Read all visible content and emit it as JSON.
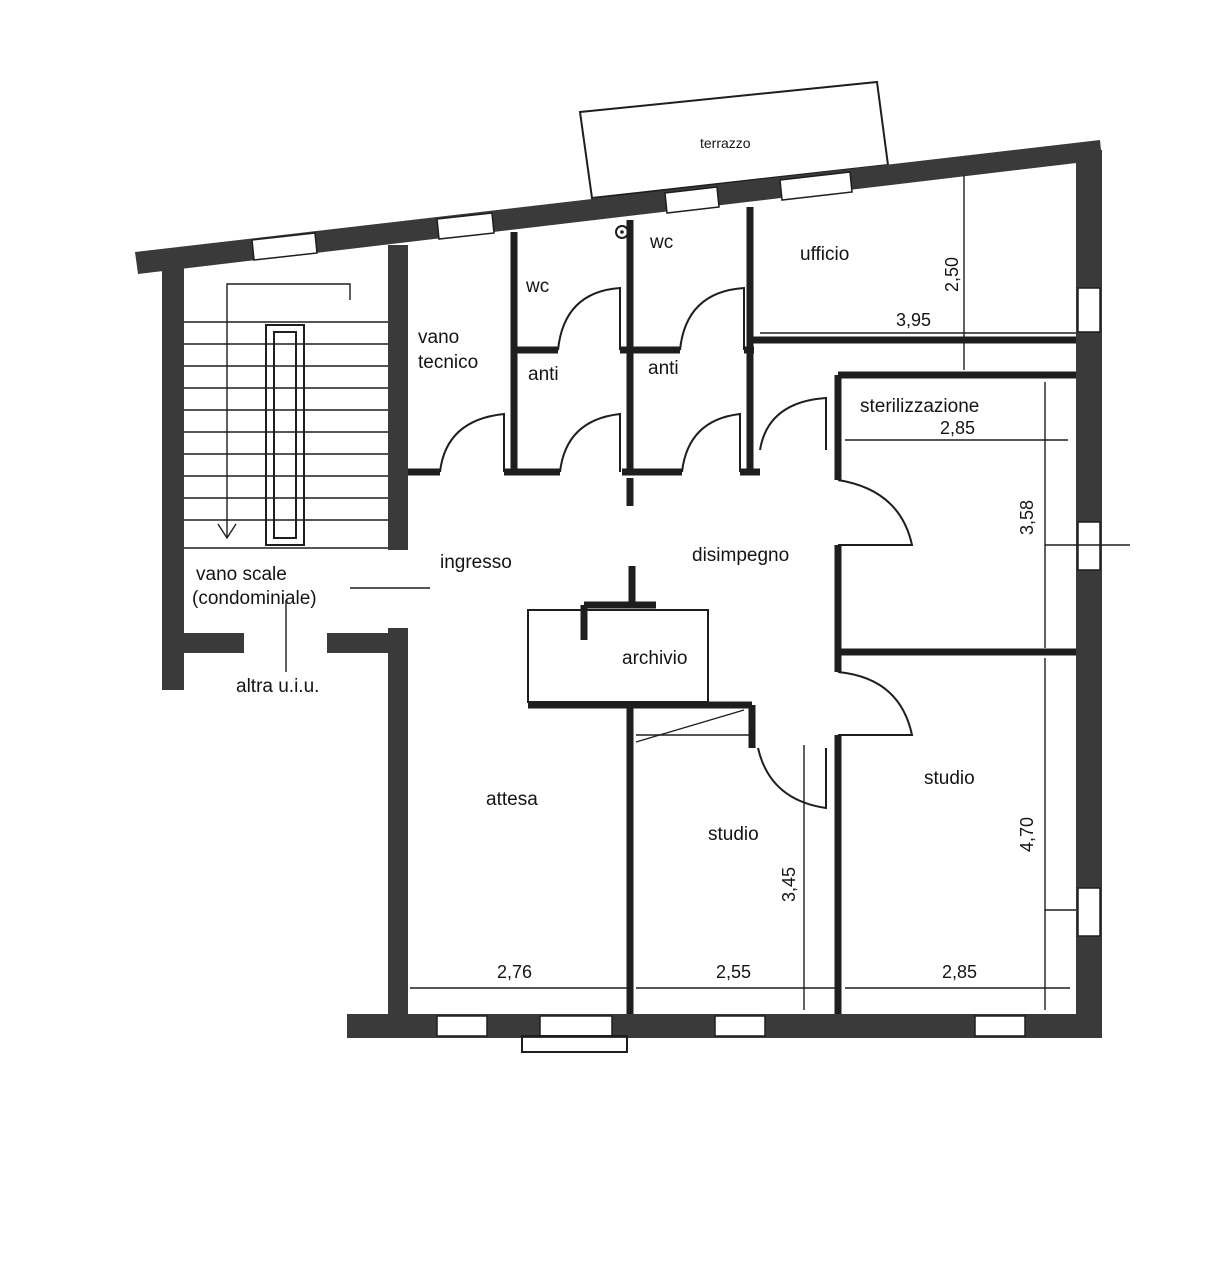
{
  "rooms": {
    "terrace": "terrazzo",
    "wc_left": "wc",
    "wc_right": "wc",
    "office": "ufficio",
    "technical_room_line1": "vano",
    "technical_room_line2": "tecnico",
    "anti_left": "anti",
    "anti_right": "anti",
    "sterilization": "sterilizzazione",
    "entrance": "ingresso",
    "hallway": "disimpegno",
    "stairwell_line1": "vano scale",
    "stairwell_line2": "(condominiale)",
    "archive": "archivio",
    "waiting": "attesa",
    "study_center": "studio",
    "study_right": "studio"
  },
  "notes": {
    "other_unit": "altra u.i.u."
  },
  "dimensions": {
    "office_height": "2,50",
    "office_width": "3,95",
    "sterilization_width": "2,85",
    "sterilization_height": "3,58",
    "study_right_height": "4,70",
    "study_center_height": "3,45",
    "waiting_width": "2,76",
    "study_center_width": "2,55",
    "study_right_width": "2,85"
  }
}
